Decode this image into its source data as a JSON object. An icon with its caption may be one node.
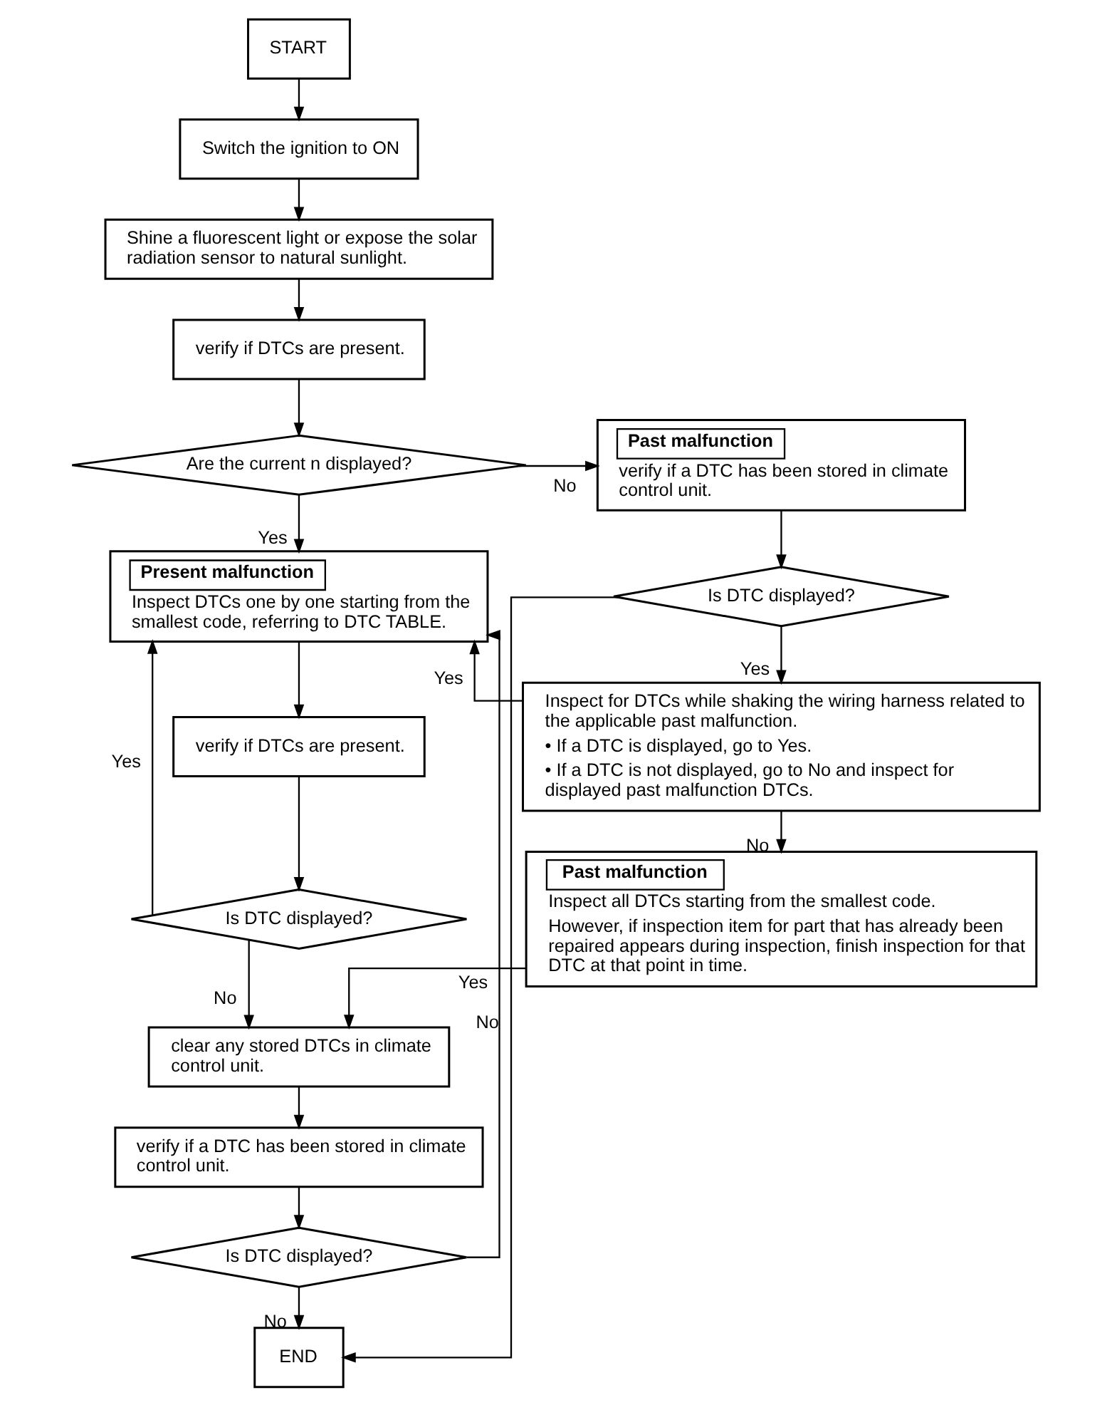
{
  "diagram": {
    "nodes": [
      {
        "text": [
          "START"
        ]
      },
      {
        "text": [
          "Switch the ignition to ON"
        ]
      },
      {
        "text": [
          "Shine a fluorescent light or expose the solar radiation sensor to natural sunlight."
        ]
      },
      {
        "text": [
          "verify if DTCs are present."
        ]
      },
      {
        "text": [
          "Are the current n displayed?"
        ]
      },
      {
        "text": [
          "Past malfunction",
          "verify if a DTC has been stored in climate control unit."
        ]
      },
      {
        "text": [
          "Present malfunction",
          "Inspect DTCs one by one starting from the smallest code, referring to DTC TABLE."
        ]
      },
      {
        "text": [
          "Is DTC displayed?"
        ]
      },
      {
        "text": [
          "verify if DTCs are present."
        ]
      },
      {
        "text": [
          "Inspect for DTCs while shaking the wiring harness related to the applicable past malfunction.",
          "• If a DTC is displayed, go to Yes.",
          "• If a DTC is not displayed, go to No and inspect for displayed past malfunction DTCs."
        ]
      },
      {
        "text": [
          "Is DTC displayed?"
        ]
      },
      {
        "text": [
          "Past malfunction",
          "Inspect all DTCs starting from the smallest code.",
          "However, if inspection item for part that has already been repaired appears during inspection, finish inspection for that DTC at that point in time."
        ]
      },
      {
        "text": [
          "clear any stored DTCs in climate control unit."
        ]
      },
      {
        "text": [
          "verify if a DTC has been stored in climate control unit."
        ]
      },
      {
        "text": [
          "Is DTC displayed?"
        ]
      },
      {
        "text": [
          "END"
        ]
      }
    ],
    "edges": [
      {
        "from": 0,
        "to": 1,
        "arrow": "to"
      },
      {
        "from": 1,
        "to": 2,
        "arrow": "to"
      },
      {
        "from": 2,
        "to": 3,
        "arrow": "to"
      },
      {
        "from": 3,
        "to": 4,
        "arrow": "to"
      },
      {
        "from": 4,
        "to": 5,
        "arrow": "to",
        "label": "No"
      },
      {
        "from": 4,
        "to": 6,
        "arrow": "to",
        "label": "Yes"
      },
      {
        "from": 5,
        "to": 7,
        "arrow": "to"
      },
      {
        "from": 7,
        "to": 9,
        "arrow": "to",
        "label": "Yes"
      },
      {
        "from": 7,
        "to": 15,
        "arrow": "to",
        "label": "No"
      },
      {
        "from": 9,
        "to": 6,
        "arrow": "to",
        "label": "Yes"
      },
      {
        "from": 9,
        "to": 11,
        "arrow": "to",
        "label": "No"
      },
      {
        "from": 6,
        "to": 8,
        "arrow": "to"
      },
      {
        "from": 8,
        "to": 10,
        "arrow": "to"
      },
      {
        "from": 10,
        "to": 6,
        "arrow": "to",
        "label": "Yes"
      },
      {
        "from": 10,
        "to": 12,
        "arrow": "to",
        "label": "No"
      },
      {
        "from": 11,
        "to": 12,
        "arrow": "to"
      },
      {
        "from": 12,
        "to": 13,
        "arrow": "to"
      },
      {
        "from": 13,
        "to": 14,
        "arrow": "to"
      },
      {
        "from": 14,
        "to": 6,
        "arrow": "to",
        "label": "Yes"
      },
      {
        "from": 14,
        "to": 15,
        "arrow": "to",
        "label": "No"
      }
    ]
  }
}
